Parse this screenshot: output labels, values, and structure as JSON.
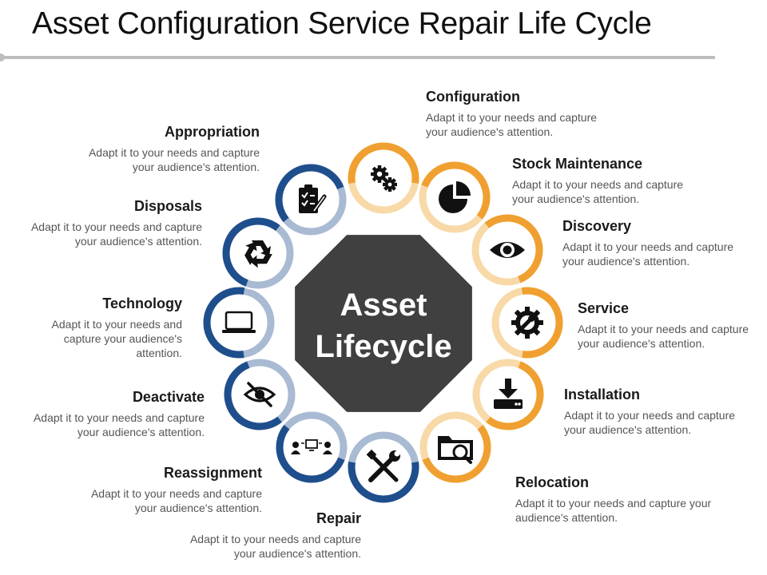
{
  "title": "Asset Configuration Service Repair Life Cycle",
  "center": {
    "line1": "Asset",
    "line2": "Lifecycle"
  },
  "colors": {
    "orange": "#f0a030",
    "orange_light": "#f8d9a8",
    "blue": "#1f4e8c",
    "blue_light": "#a9bad3",
    "center": "#404040"
  },
  "stages": [
    {
      "key": "configuration",
      "label": "Configuration",
      "desc": "Adapt it to your needs and capture your audience's attention.",
      "icon": "gears-icon",
      "color": "orange"
    },
    {
      "key": "stock-maintenance",
      "label": "Stock Maintenance",
      "desc": "Adapt it to your needs and capture your audience's attention.",
      "icon": "pie-chart-icon",
      "color": "orange"
    },
    {
      "key": "discovery",
      "label": "Discovery",
      "desc": "Adapt it to your needs and capture your audience's attention.",
      "icon": "eye-icon",
      "color": "orange"
    },
    {
      "key": "service",
      "label": "Service",
      "desc": "Adapt it to your needs and capture your audience's attention.",
      "icon": "wrench-gear-icon",
      "color": "orange"
    },
    {
      "key": "installation",
      "label": "Installation",
      "desc": "Adapt it to your needs and capture your audience's attention.",
      "icon": "download-drive-icon",
      "color": "orange"
    },
    {
      "key": "relocation",
      "label": "Relocation",
      "desc": "Adapt it to your needs and capture your audience's attention.",
      "icon": "folder-search-icon",
      "color": "orange"
    },
    {
      "key": "repair",
      "label": "Repair",
      "desc": "Adapt it to your needs and capture your audience's attention.",
      "icon": "tools-icon",
      "color": "blue"
    },
    {
      "key": "reassignment",
      "label": "Reassignment",
      "desc": "Adapt it to your needs and capture your audience's attention.",
      "icon": "transfer-people-icon",
      "color": "blue"
    },
    {
      "key": "deactivate",
      "label": "Deactivate",
      "desc": "Adapt it to your needs and capture your audience's attention.",
      "icon": "eye-off-icon",
      "color": "blue"
    },
    {
      "key": "technology",
      "label": "Technology",
      "desc": "Adapt it to your needs and capture your audience's attention.",
      "icon": "laptop-icon",
      "color": "blue"
    },
    {
      "key": "disposals",
      "label": "Disposals",
      "desc": "Adapt it to your needs and capture your audience's attention.",
      "icon": "recycle-icon",
      "color": "blue"
    },
    {
      "key": "appropriation",
      "label": "Appropriation",
      "desc": "Adapt it to your needs and capture your audience's attention.",
      "icon": "clipboard-checklist-icon",
      "color": "blue"
    }
  ]
}
